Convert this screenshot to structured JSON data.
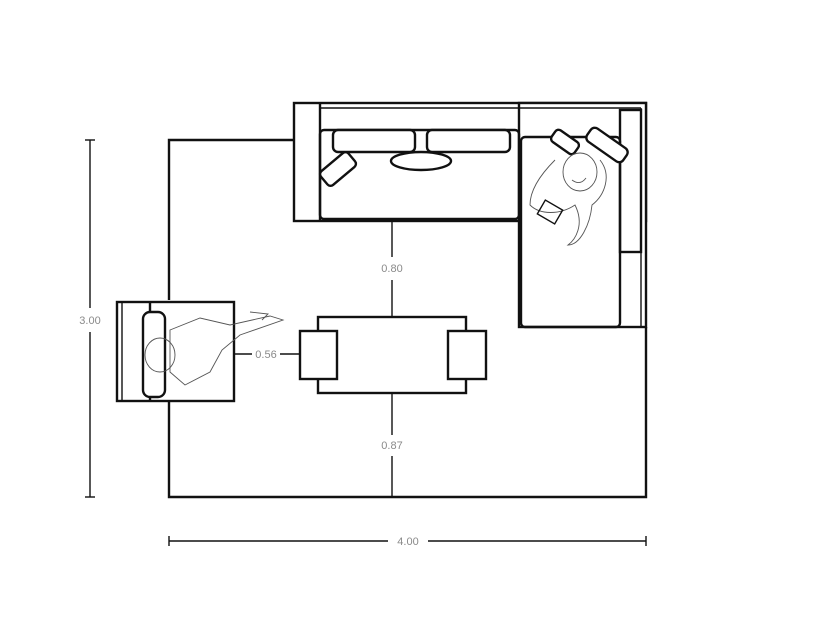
{
  "dimensions": {
    "room_width": "4.00",
    "room_depth": "3.00",
    "sofa_to_table": "0.80",
    "table_to_wall": "0.87",
    "chair_to_table": "0.56"
  },
  "colors": {
    "line": "#111111",
    "dimension_text": "#8a8a8a"
  }
}
